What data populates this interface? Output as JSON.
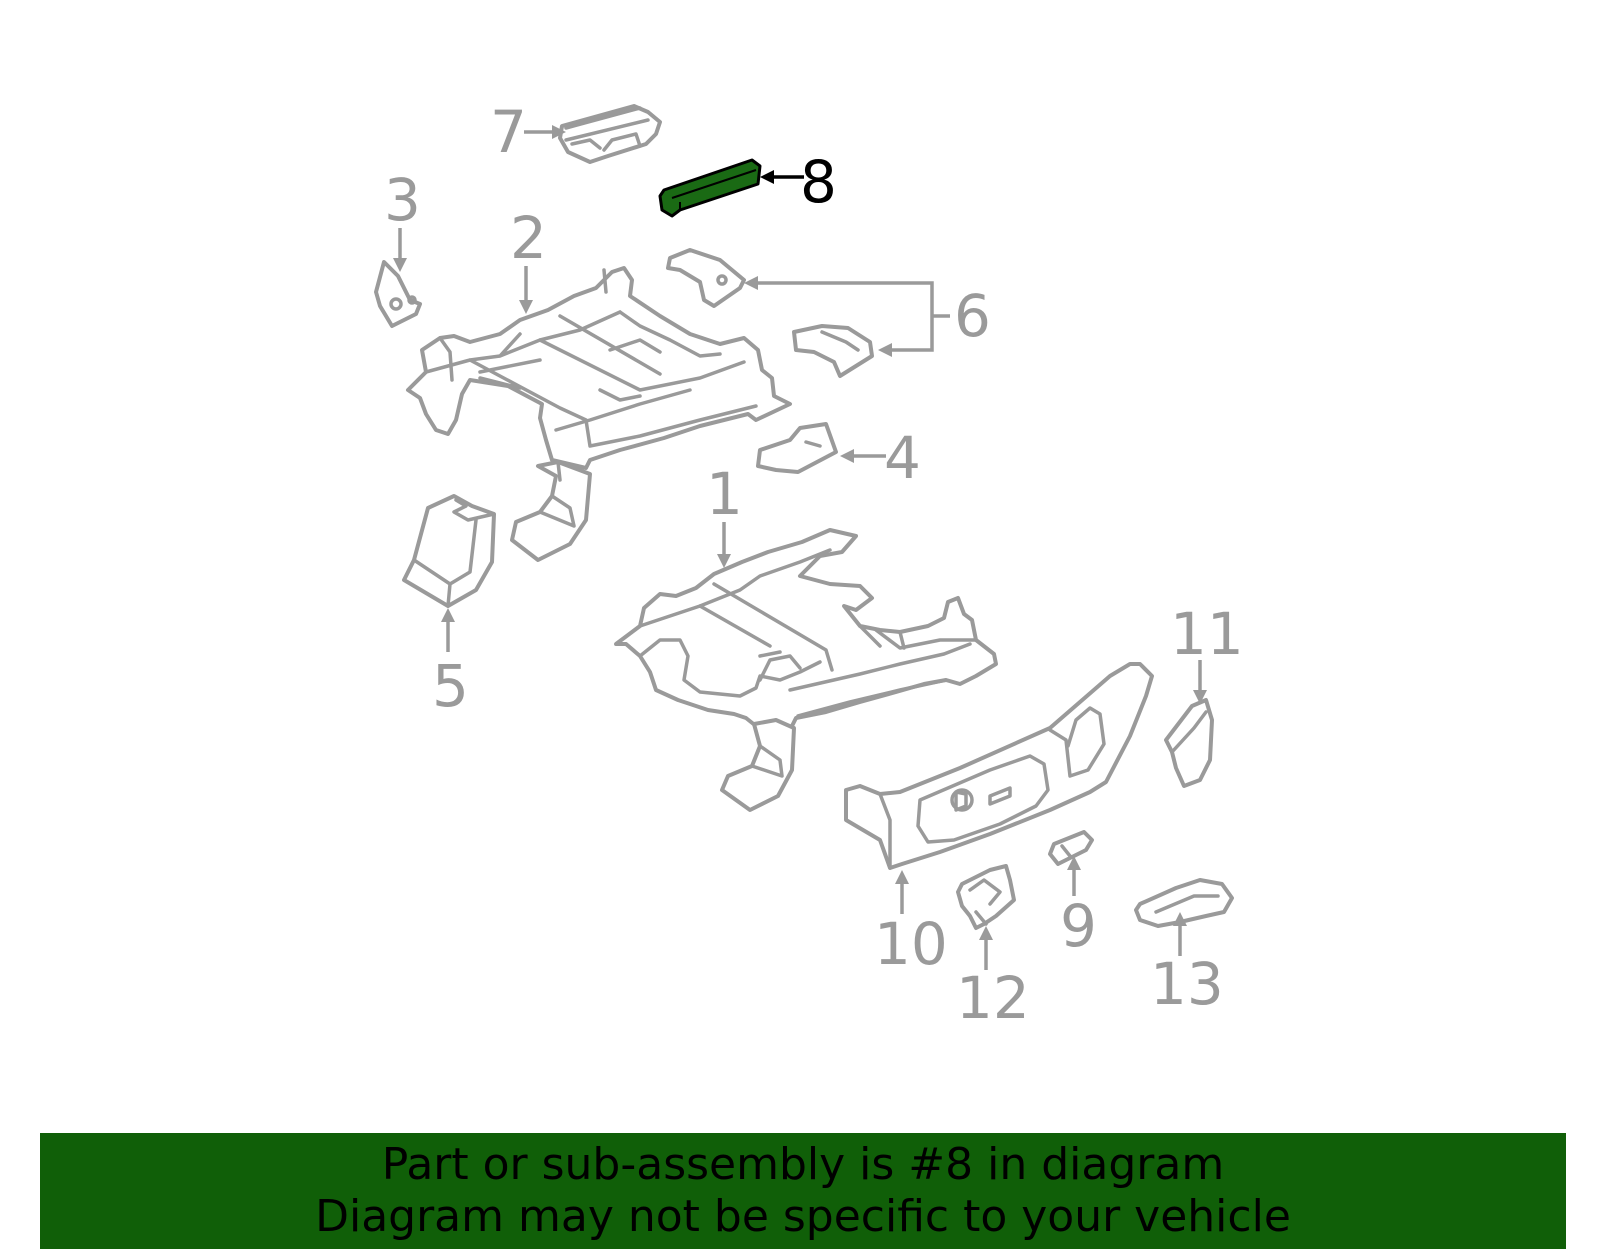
{
  "diagram": {
    "highlight_color": "#1a6a14",
    "line_color": "#9a9a9a",
    "highlighted_part": "8",
    "callouts": {
      "c1": "1",
      "c2": "2",
      "c3": "3",
      "c4": "4",
      "c5": "5",
      "c6": "6",
      "c7": "7",
      "c8": "8",
      "c9": "9",
      "c10": "10",
      "c11": "11",
      "c12": "12",
      "c13": "13"
    }
  },
  "banner": {
    "line1": "Part or sub-assembly is #8 in diagram",
    "line2": "Diagram may not be specific to your vehicle",
    "background": "#105f08"
  }
}
